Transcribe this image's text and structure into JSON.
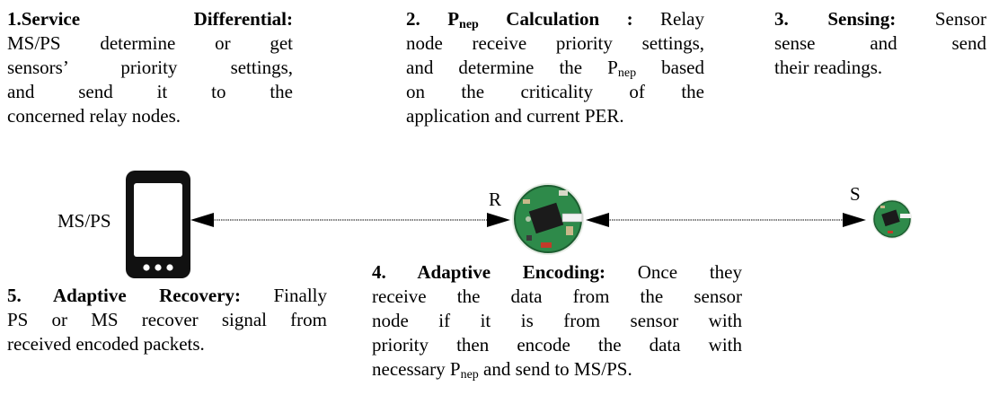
{
  "steps": {
    "service_differential": {
      "title": "1.Service Differential:",
      "lines": [
        "MS/PS determine or get",
        "sensors’ priority settings,",
        "and send it to the",
        "concerned relay nodes."
      ]
    },
    "pnep_calculation": {
      "title_prefix": "2. P",
      "title_sub": "nep",
      "title_suffix": " Calculation :",
      "line1_rest": " Relay",
      "line2": "node receive priority settings,",
      "line3_pre": "and determine the P",
      "line3_sub": "nep",
      "line3_post": " based",
      "line4": "on the criticality of the",
      "line5": "application and current PER."
    },
    "sensing": {
      "title": "3. Sensing:",
      "line1_rest": " Sensor",
      "line2": "sense and send",
      "line3": "their readings."
    },
    "adaptive_encoding": {
      "title": "4. Adaptive Encoding:",
      "line1_rest": " Once they",
      "line2": "receive the data from the sensor",
      "line3": "node if it is from sensor with",
      "line4": "priority then encode the data with",
      "line5_pre": "necessary P",
      "line5_sub": "nep",
      "line5_post": " and send to MS/PS."
    },
    "adaptive_recovery": {
      "title": "5. Adaptive Recovery:",
      "line1_rest": " Finally",
      "line2": "PS or MS recover signal from",
      "line3": "received encoded packets."
    }
  },
  "nodes": {
    "phone_label": "MS/PS",
    "relay_label": "R",
    "sensor_label": "S"
  },
  "colors": {
    "phone_body": "#111111",
    "board_green": "#2e8a4a",
    "arrow": "#000000"
  }
}
